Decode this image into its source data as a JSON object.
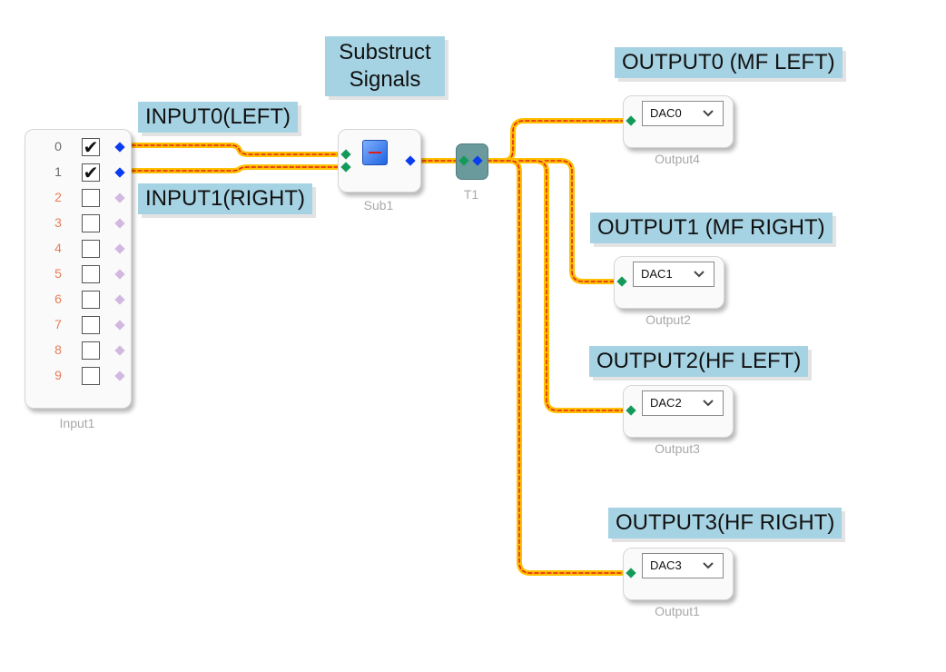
{
  "labels": {
    "substruct": "Substruct\nSignals",
    "input0": "INPUT0(LEFT)",
    "input1": "INPUT1(RIGHT)",
    "output0": "OUTPUT0 (MF LEFT)",
    "output1": "OUTPUT1 (MF RIGHT)",
    "output2": "OUTPUT2(HF LEFT)",
    "output3": "OUTPUT3(HF RIGHT)"
  },
  "input_block": {
    "caption": "Input1",
    "rows": [
      {
        "num": "0",
        "checked": true
      },
      {
        "num": "1",
        "checked": true
      },
      {
        "num": "2",
        "checked": false
      },
      {
        "num": "3",
        "checked": false
      },
      {
        "num": "4",
        "checked": false
      },
      {
        "num": "5",
        "checked": false
      },
      {
        "num": "6",
        "checked": false
      },
      {
        "num": "7",
        "checked": false
      },
      {
        "num": "8",
        "checked": false
      },
      {
        "num": "9",
        "checked": false
      }
    ]
  },
  "sub_block": {
    "caption": "Sub1"
  },
  "tee_block": {
    "caption": "T1"
  },
  "outputs": [
    {
      "caption": "Output4",
      "value": "DAC0"
    },
    {
      "caption": "Output2",
      "value": "DAC1"
    },
    {
      "caption": "Output3",
      "value": "DAC2"
    },
    {
      "caption": "Output1",
      "value": "DAC3"
    }
  ],
  "colors": {
    "wire_outer": "#ffc000",
    "wire_inner": "#e0201b",
    "label_bg": "#a6d3e3",
    "active_pin": "#0a3cf0",
    "input_pin": "#139a5a"
  }
}
